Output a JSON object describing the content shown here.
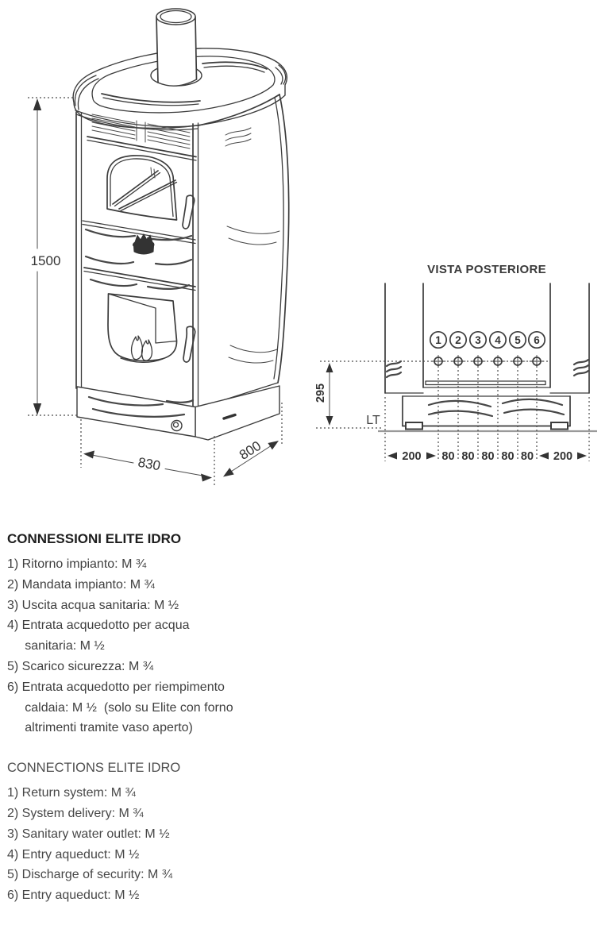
{
  "colors": {
    "ink": "#3c3c3c",
    "text": "#3f3f3f",
    "ground": "#9a9a9a"
  },
  "front_view": {
    "height_label": "1500",
    "width_label": "830",
    "depth_label": "800"
  },
  "rear_view": {
    "title": "VISTA POSTERIORE",
    "port_numbers": [
      "1",
      "2",
      "3",
      "4",
      "5",
      "6"
    ],
    "height_label": "295",
    "baseline_label": "LT",
    "left_margin_label": "200",
    "pitch_labels": [
      "80",
      "80",
      "80",
      "80",
      "80"
    ],
    "right_margin_label": "200"
  },
  "connections_it": {
    "title": "CONNESSIONI ELITE IDRO",
    "items": [
      "1) Ritorno impianto: M ¾",
      "2) Mandata impianto: M ¾",
      "3) Uscita acqua sanitaria: M ½",
      "4) Entrata acquedotto per acqua\n     sanitaria: M ½",
      "5) Scarico sicurezza: M ¾",
      "6) Entrata acquedotto per riempimento\n     caldaia: M ½  (solo su Elite con forno\n     altrimenti tramite vaso aperto)"
    ]
  },
  "connections_en": {
    "title": "CONNECTIONS ELITE IDRO",
    "items": [
      "1) Return system: M ¾",
      "2) System delivery: M ¾",
      "3) Sanitary water outlet: M ½",
      "4) Entry aqueduct: M ½",
      "5) Discharge of security: M ¾",
      "6) Entry aqueduct: M ½"
    ]
  }
}
